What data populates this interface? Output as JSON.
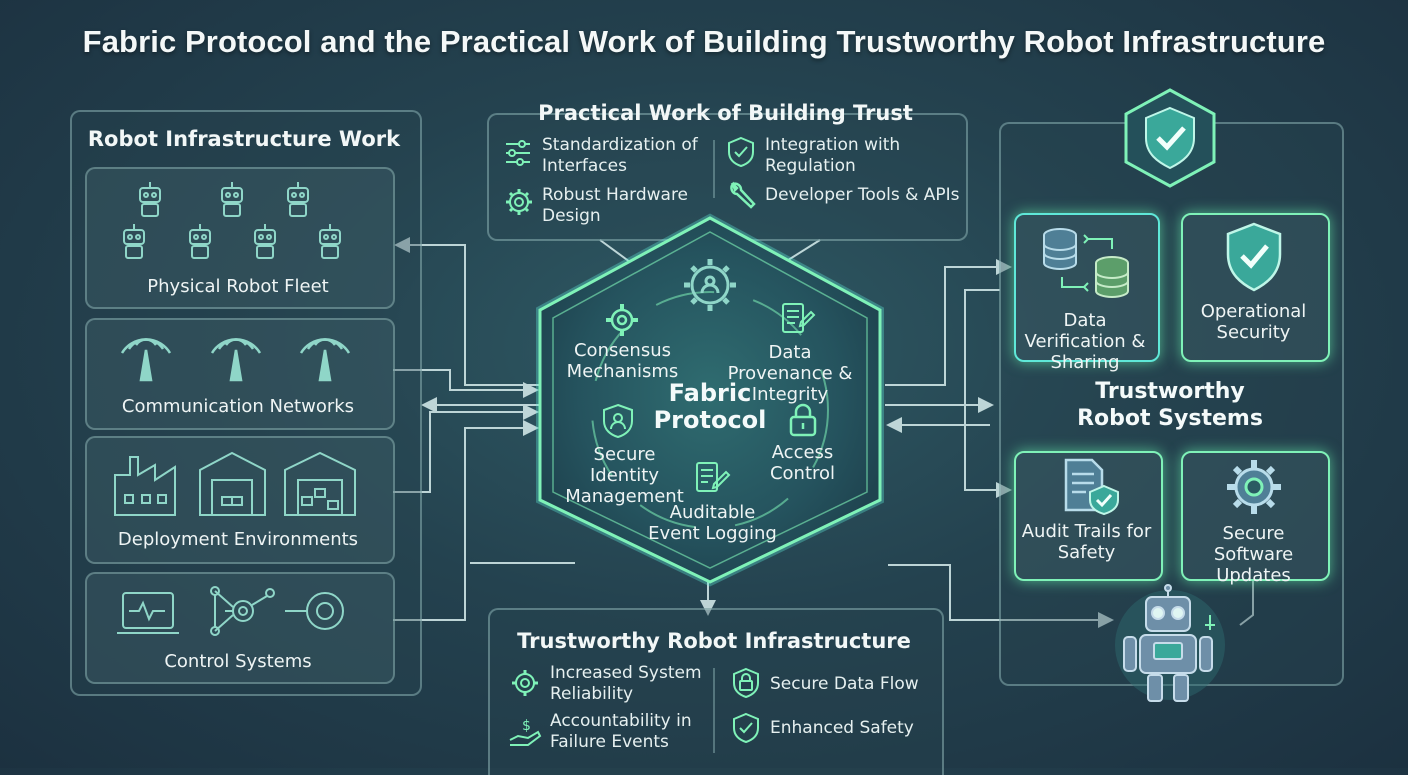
{
  "title": "Fabric Protocol and the Practical Work of Building Trustworthy Robot Infrastructure",
  "left_panel": {
    "title": "Robot Infrastructure Work",
    "sections": [
      "Physical Robot Fleet",
      "Communication Networks",
      "Deployment Environments",
      "Control Systems"
    ]
  },
  "top_panel": {
    "title": "Practical Work of Building Trust",
    "items": {
      "standardization": "Standardization of Interfaces",
      "regulation": "Integration with Regulation",
      "hardware": "Robust Hardware Design",
      "devtools": "Developer Tools & APIs"
    }
  },
  "center": {
    "title_line1": "Fabric",
    "title_line2": "Protocol",
    "components": {
      "consensus": "Consensus Mechanisms",
      "provenance": "Data Provenance & Integrity",
      "identity": "Secure Identity Management",
      "access": "Access Control",
      "logging": "Auditable Event Logging"
    }
  },
  "right_panel": {
    "title": "Trustworthy Robot Systems",
    "boxes": [
      "Data Verification & Sharing",
      "Operational Security",
      "Audit Trails for Safety",
      "Secure Software Updates"
    ]
  },
  "bottom_panel": {
    "title": "Trustworthy Robot Infrastructure",
    "items": {
      "reliability": "Increased System Reliability",
      "dataflow": "Secure Data Flow",
      "accountability": "Accountability in Failure Events",
      "safety": "Enhanced Safety"
    }
  },
  "colors": {
    "accent": "#7ff2b8",
    "accent_glow": "#5fe8d8",
    "icon": "#8fd6c8",
    "panel_border": "#a0c8c8"
  }
}
